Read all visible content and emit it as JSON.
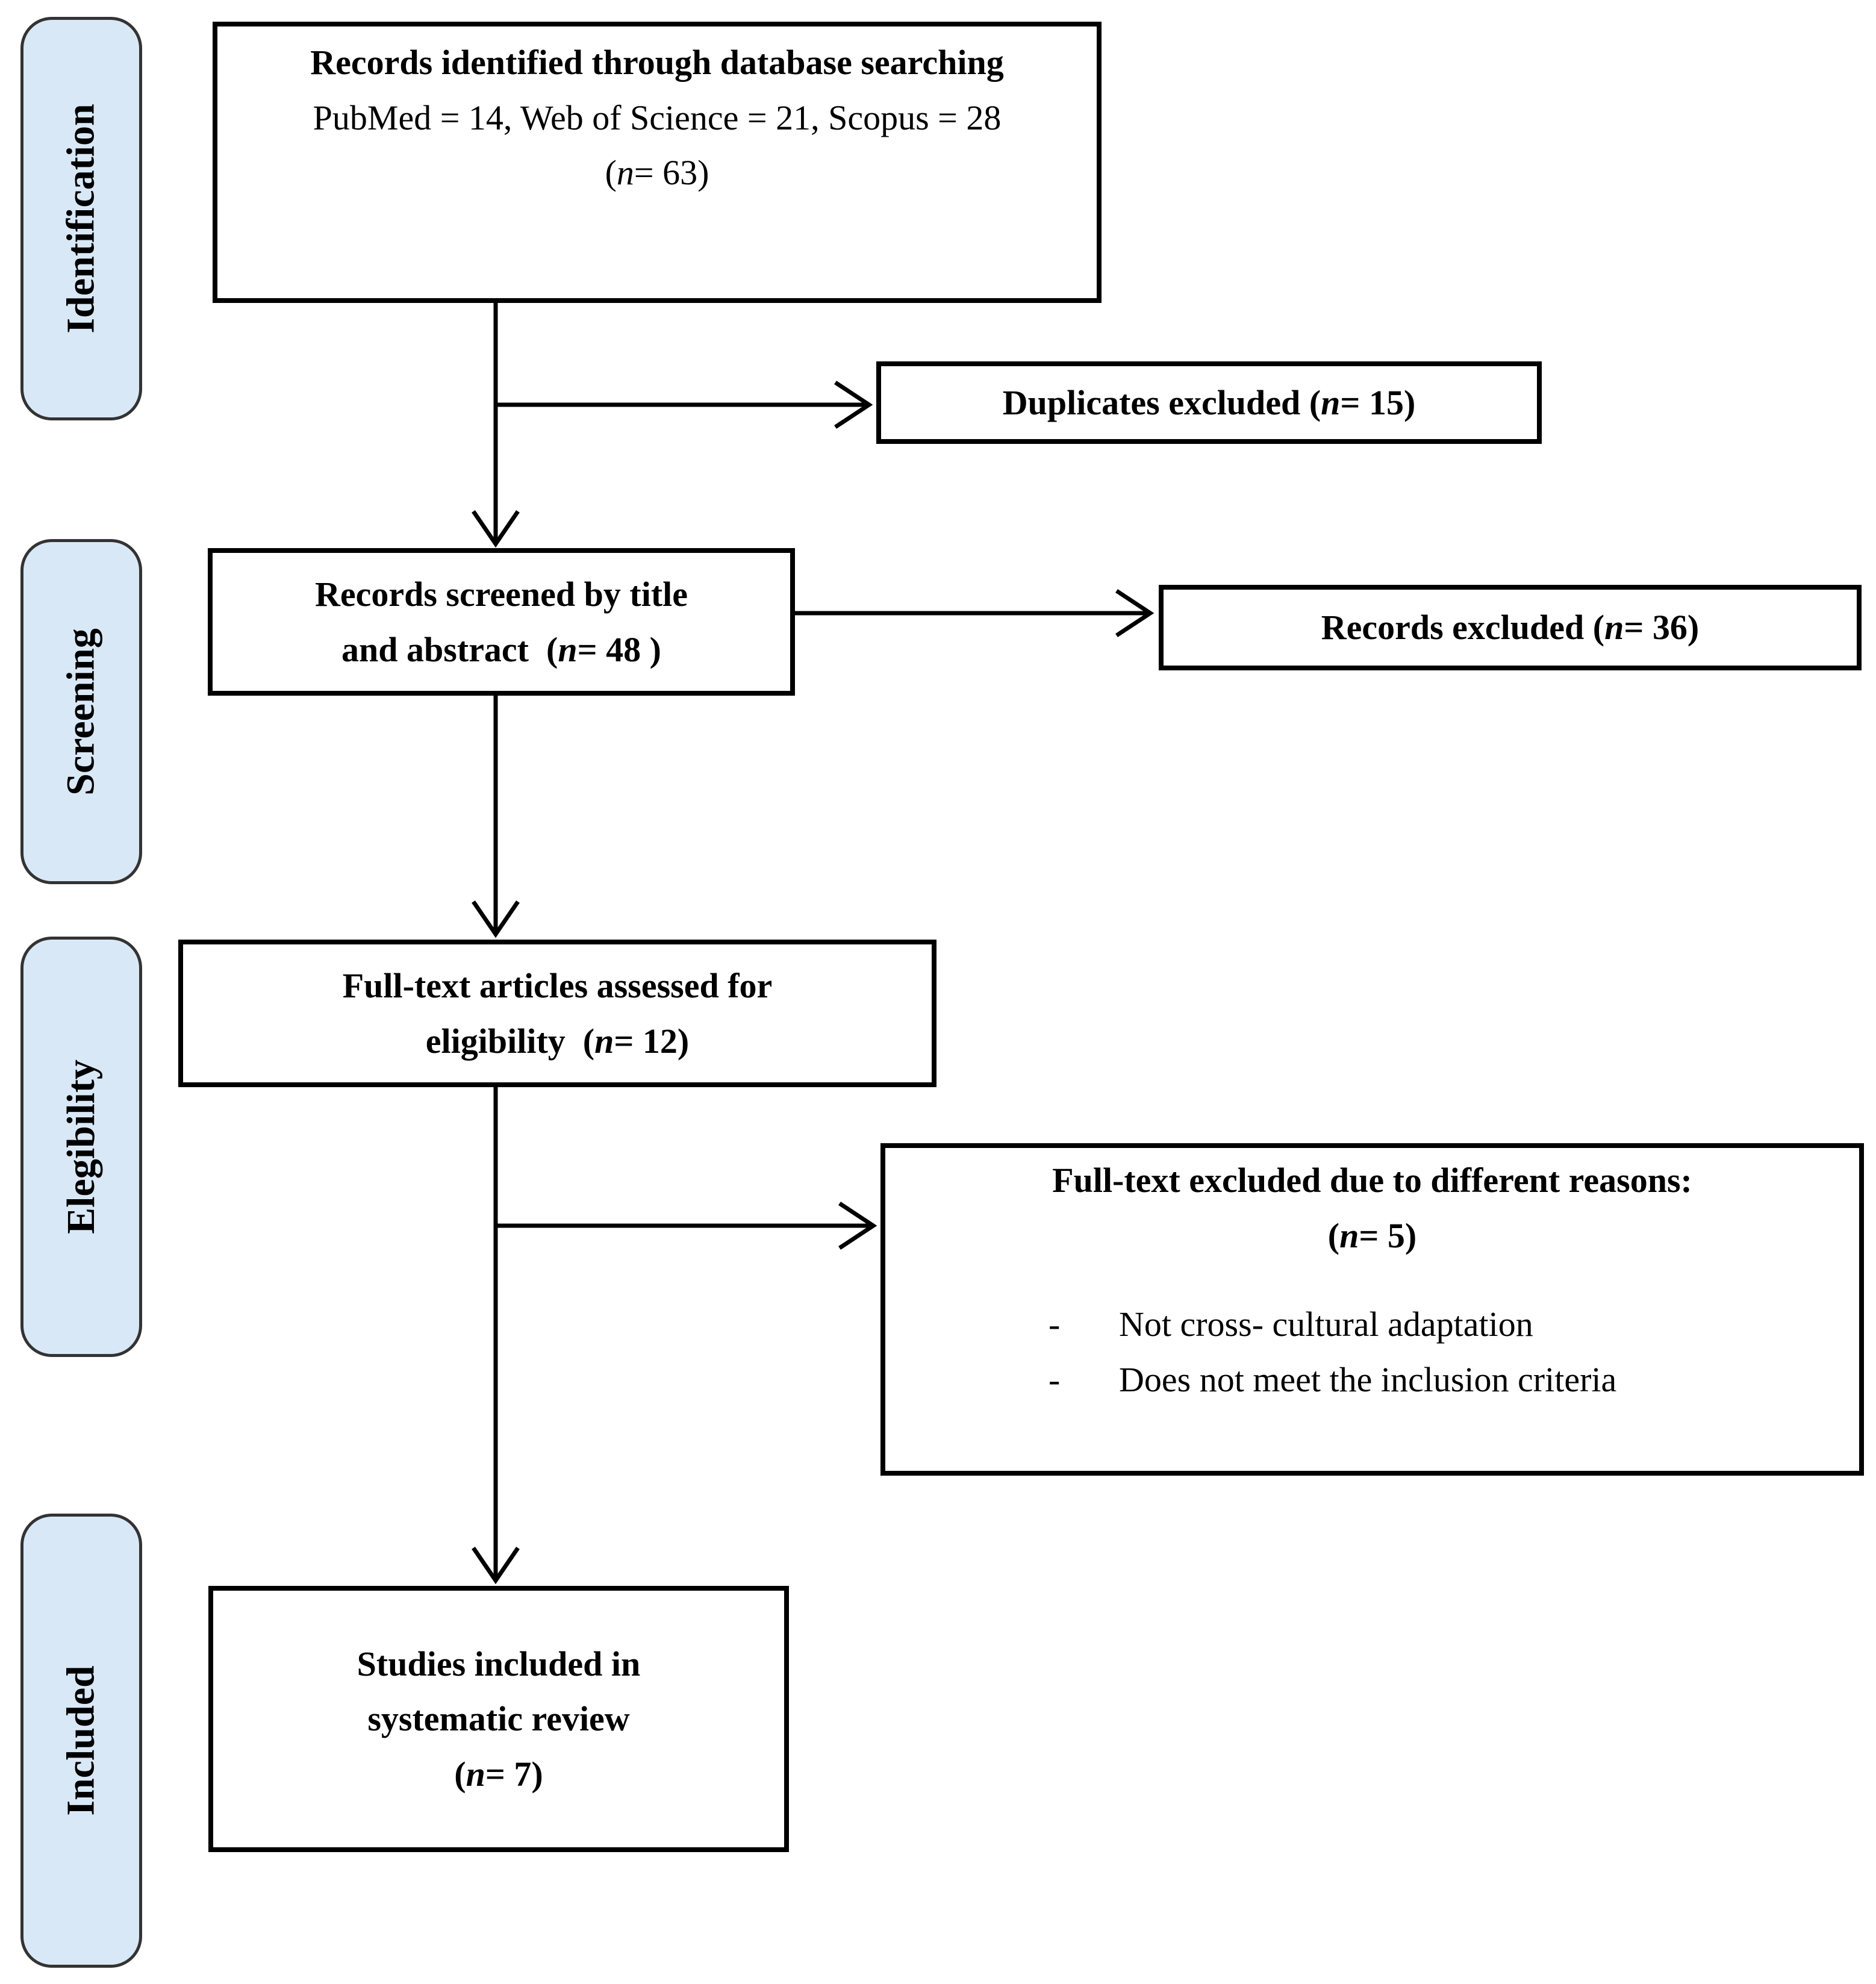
{
  "stages": {
    "identification": "Identification",
    "screening": "Screening",
    "elegibility": "Elegibility",
    "included": "Included"
  },
  "boxes": {
    "identified": {
      "title": "Records identified through database searching",
      "sources": "PubMed = 14, Web of Science = 21, Scopus = 28",
      "count_pre": "(",
      "count_var": "n",
      "count_post": "= 63)"
    },
    "duplicates": {
      "text": "Duplicates excluded (",
      "var": "n",
      "rest": "= 15)"
    },
    "screened": {
      "line1": "Records screened by title",
      "line2_pre": "and abstract  (",
      "var": "n",
      "line2_post": "= 48 )"
    },
    "records_excluded": {
      "text": "Records excluded (",
      "var": "n",
      "rest": "= 36)"
    },
    "fulltext_assessed": {
      "line1": "Full-text articles assessed for",
      "line2_pre": "eligibility  (",
      "var": "n",
      "line2_post": "= 12)"
    },
    "fulltext_excluded": {
      "title": "Full-text excluded due to different reasons:",
      "count_pre": "(",
      "count_var": "n",
      "count_post": "= 5)",
      "reasons": [
        {
          "dash": "-",
          "text": "Not cross- cultural adaptation"
        },
        {
          "dash": "-",
          "text": "Does not meet the inclusion criteria"
        }
      ]
    },
    "included_studies": {
      "line1": "Studies included in",
      "line2": "systematic review",
      "count_pre": "(",
      "count_var": "n",
      "count_post": "= 7)"
    }
  },
  "colors": {
    "stage_fill": "#d9e8f6",
    "stage_border": "#333333",
    "box_border": "#000000",
    "line_color": "#000000",
    "page_bg": "#ffffff"
  }
}
